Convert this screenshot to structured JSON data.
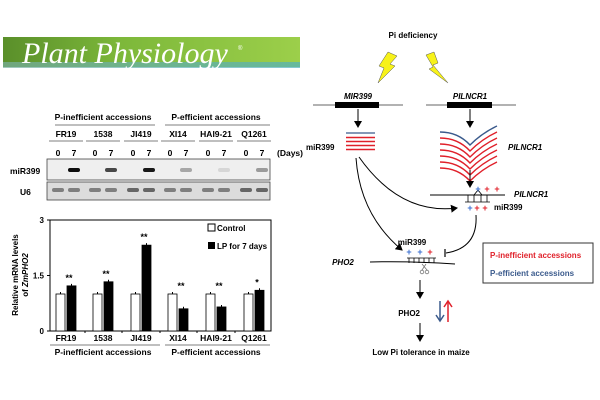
{
  "journal": {
    "name": "Plant Physiology",
    "mark": "®"
  },
  "blot": {
    "group_headers": [
      "P-inefficient accessions",
      "P-efficient accessions"
    ],
    "accessions": [
      "FR19",
      "1538",
      "JI419",
      "XI14",
      "HAI9-21",
      "Q1261"
    ],
    "days": [
      "0",
      "7"
    ],
    "days_unit": "(Days)",
    "rows": [
      "miR399",
      "U6"
    ],
    "mir399_band_intensity_day7": [
      0.95,
      0.7,
      0.9,
      0.3,
      0.1,
      0.35
    ]
  },
  "chart_data": {
    "type": "bar",
    "ylabel_line1": "Relative mRNA levels",
    "ylabel_line2_prefix": "of ",
    "ylabel_line2_gene": "ZmPHO2",
    "ylim": [
      0,
      3
    ],
    "yticks": [
      "0",
      "1.5",
      "3"
    ],
    "categories": [
      "FR19",
      "1538",
      "JI419",
      "XI14",
      "HAI9-21",
      "Q1261"
    ],
    "series": [
      {
        "name": "Control",
        "color": "#ffffff",
        "values": [
          1.0,
          1.0,
          1.0,
          1.0,
          1.0,
          1.0
        ]
      },
      {
        "name": "LP for 7 days",
        "color": "#000000",
        "values": [
          1.22,
          1.33,
          2.32,
          0.6,
          0.65,
          1.1
        ]
      }
    ],
    "significance": [
      "**",
      "**",
      "**",
      "**",
      "**",
      "*"
    ],
    "group_labels": [
      "P-inefficient accessions",
      "P-efficient accessions"
    ],
    "legend": "top-right"
  },
  "model": {
    "stress": "Pi deficiency",
    "gene1": "MIR399",
    "gene2": "PILNCR1",
    "mirna": "miR399",
    "lnc": "PILNCR1",
    "duplex_lnc": "PILNCR1",
    "duplex_mir": "miR399",
    "target_mir": "miR399",
    "target": "PHO2",
    "protein": "PHO2",
    "outcome": "Low Pi tolerance in maize",
    "plus": "+",
    "legend": [
      "P-inefficient accessions",
      "P-efficient accessions"
    ],
    "colors": {
      "inefficient": "#e0202a",
      "efficient": "#3a5a8c",
      "plus_blue": "#3a6fd0"
    }
  }
}
